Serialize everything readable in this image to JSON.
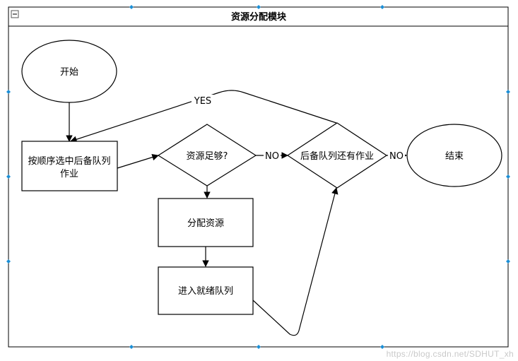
{
  "container": {
    "title": "资源分配模块",
    "collapse_glyph": "−"
  },
  "nodes": {
    "start": "开始",
    "select_line1": "按顺序选中后备队列",
    "select_line2": "作业",
    "check_resources": "资源足够?",
    "check_queue": "后备队列还有作业",
    "allocate": "分配资源",
    "enter_ready": "进入就绪队列",
    "end": "结束"
  },
  "edges": {
    "yes": "YES",
    "no1": "NO",
    "no2": "NO"
  },
  "watermark": "https://blog.csdn.net/SDHUT_xh",
  "colors": {
    "stroke": "#000000",
    "handle": "#1c8fd6",
    "background": "#ffffff"
  }
}
